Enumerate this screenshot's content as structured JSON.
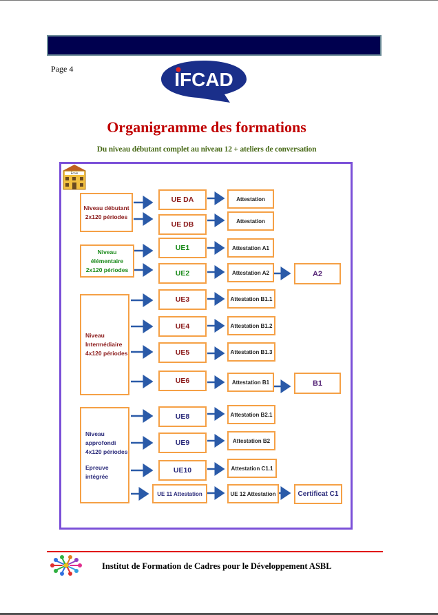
{
  "page": {
    "number_label": "Page 4"
  },
  "logo": {
    "text": "IFCAD"
  },
  "title": "Organigramme des formations",
  "subtitle": "Du niveau débutant complet au niveau 12 + ateliers de conversation",
  "school_icon_label": "Ecole",
  "levels": {
    "debutant": {
      "line1": "Niveau débutant",
      "line2": "2x120 périodes"
    },
    "elementaire": {
      "line1": "Niveau élémentaire",
      "line2": "2x120 périodes"
    },
    "intermediaire": {
      "line1": "Niveau",
      "line2": "Intermédiaire",
      "line3": "4x120 périodes"
    },
    "approfondi": {
      "line1": "Niveau",
      "line2": "approfondi",
      "line3": "4x120 périodes",
      "line4": "Epreuve",
      "line5": "intégrée"
    }
  },
  "ues": {
    "ueda": "UE DA",
    "uedb": "UE DB",
    "ue1": "UE1",
    "ue2": "UE2",
    "ue3": "UE3",
    "ue4": "UE4",
    "ue5": "UE5",
    "ue6": "UE6",
    "ue8": "UE8",
    "ue9": "UE9",
    "ue10": "UE10",
    "ue11": "UE 11 Attestation"
  },
  "attestations": {
    "da": "Attestation",
    "db": "Attestation",
    "a1": "Attestation A1",
    "a2": "Attestation A2",
    "b11": "Attestation B1.1",
    "b12": "Attestation B1.2",
    "b13": "Attestation B1.3",
    "b1": "Attestation B1",
    "b21": "Attestation B2.1",
    "b2": "Attestation B2",
    "c11": "Attestation C1.1",
    "ue12": "UE 12 Attestation"
  },
  "finals": {
    "a2": "A2",
    "b1": "B1",
    "c1": "Certificat C1"
  },
  "footer": {
    "text": "Institut de Formation de Cadres pour le Développement ASBL"
  },
  "colors": {
    "header_bar": "#00004f",
    "title": "#c00000",
    "subtitle": "#4a6b1a",
    "frame": "#7b50d8",
    "box_border": "#f5a045",
    "arrow": "#2a5aa8",
    "footer_line": "#e00000"
  }
}
